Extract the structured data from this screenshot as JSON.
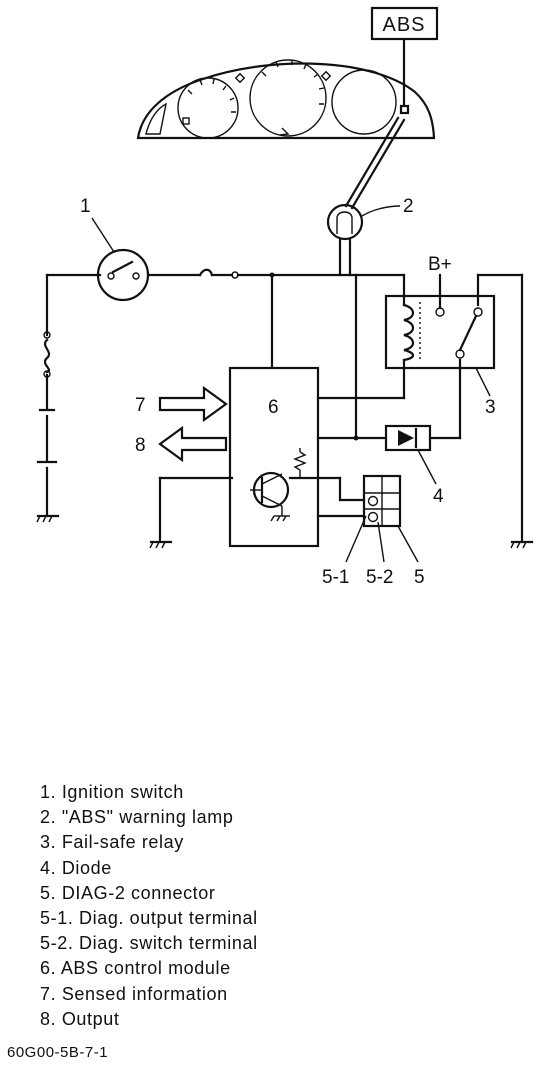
{
  "diagram": {
    "abs_box_label": "ABS",
    "b_plus_label": "B+",
    "callouts": {
      "c1": "1",
      "c2": "2",
      "c3": "3",
      "c4": "4",
      "c5": "5",
      "c5_1": "5-1",
      "c5_2": "5-2",
      "c6": "6",
      "c7": "7",
      "c8": "8"
    }
  },
  "legend": [
    "1. Ignition switch",
    "2. \"ABS\" warning lamp",
    "3. Fail-safe relay",
    "4. Diode",
    "5. DIAG-2 connector",
    "5-1. Diag. output terminal",
    "5-2. Diag. switch terminal",
    "6. ABS control module",
    "7. Sensed information",
    "8. Output"
  ],
  "figure_code": "60G00-5B-7-1"
}
